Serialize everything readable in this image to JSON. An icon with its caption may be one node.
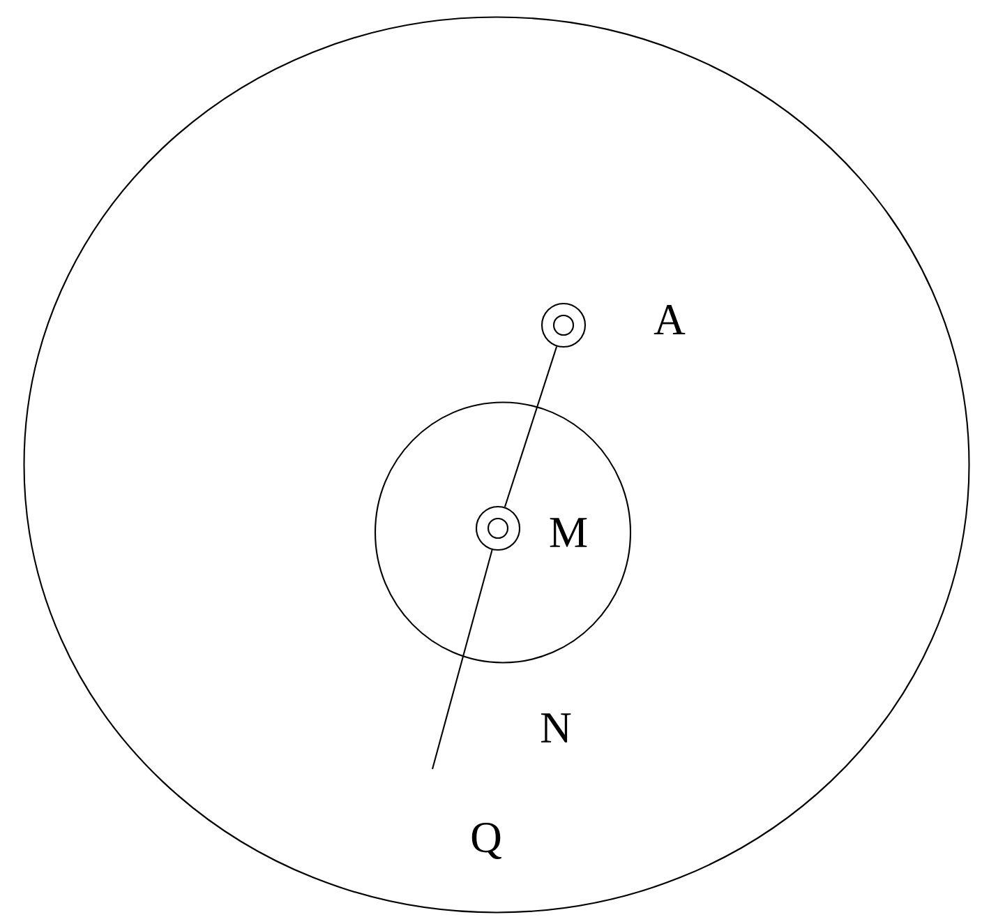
{
  "diagram": {
    "nodes": [
      {
        "text": [],
        "shape": "circle"
      },
      {
        "text": [],
        "shape": "circle",
        "in": 0
      },
      {
        "text": [],
        "shape": "circle",
        "in": 0,
        "beside": [
          "A"
        ]
      },
      {
        "text": [],
        "shape": "circle",
        "in": 1,
        "beside": [
          "M"
        ]
      }
    ],
    "edges": [
      {
        "from": 2,
        "to": 3,
        "arrow": "none"
      },
      {
        "from": 3,
        "to": null,
        "arrow": "none"
      }
    ],
    "labels": [
      "N",
      "Q"
    ]
  }
}
